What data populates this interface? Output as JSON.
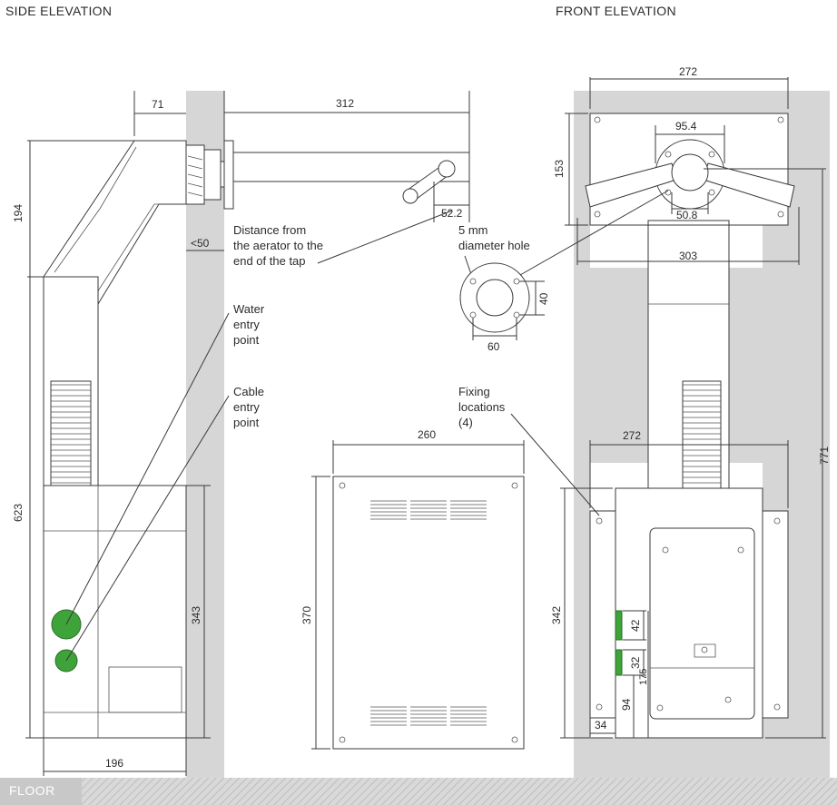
{
  "headings": {
    "side": "SIDE ELEVATION",
    "front": "FRONT ELEVATION",
    "floor": "FLOOR"
  },
  "callouts": {
    "aerator_1": "Distance from",
    "aerator_2": "the aerator to the",
    "aerator_3": "end of the tap",
    "water_1": "Water",
    "water_2": "entry",
    "water_3": "point",
    "cable_1": "Cable",
    "cable_2": "entry",
    "cable_3": "point",
    "hole_1": "5 mm",
    "hole_2": "diameter hole",
    "fixing_1": "Fixing",
    "fixing_2": "locations",
    "fixing_3": "(4)"
  },
  "dimensions": {
    "side_71": "71",
    "side_312": "312",
    "side_194": "194",
    "side_52_2": "52.2",
    "side_lt50": "<50",
    "side_623": "623",
    "side_343": "343",
    "side_196": "196",
    "plate_40": "40",
    "plate_60": "60",
    "panel_260": "260",
    "panel_370": "370",
    "front_272_top": "272",
    "front_95_4": "95.4",
    "front_153": "153",
    "front_50_8": "50.8",
    "front_303": "303",
    "front_771": "771",
    "front_272_mid": "272",
    "front_342": "342",
    "front_42": "42",
    "front_32": "32",
    "front_175": "175",
    "front_94": "94",
    "front_34": "34"
  },
  "colors": {
    "entry_points": "#3ea43a",
    "wall": "#d6d6d6",
    "floor_band": "#c8c8c8"
  }
}
